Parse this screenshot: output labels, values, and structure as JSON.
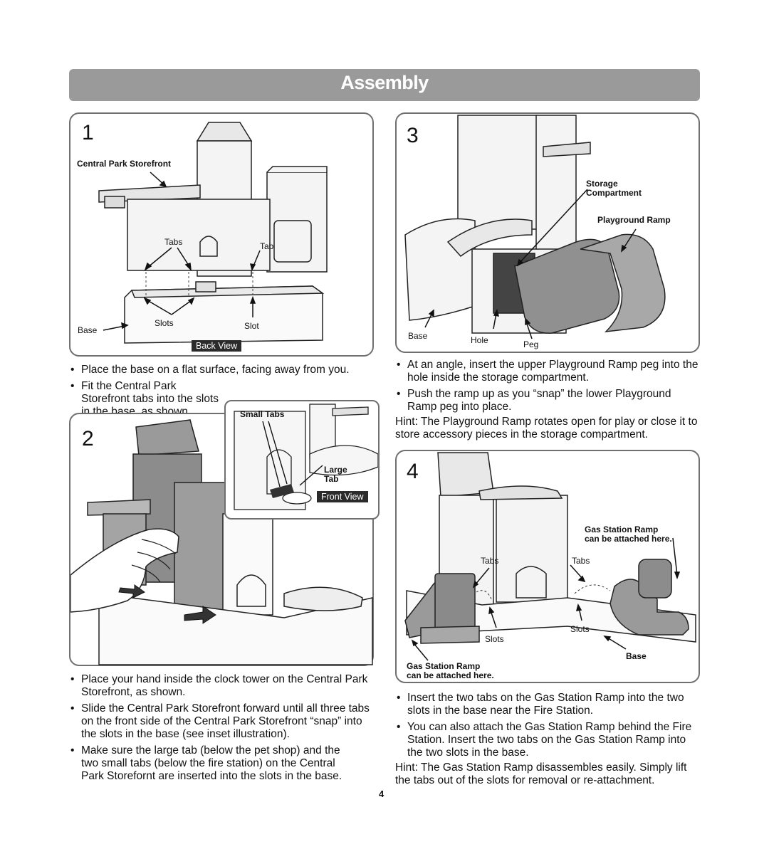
{
  "header": {
    "title": "Assembly"
  },
  "page_number": "4",
  "step1": {
    "number": "1",
    "labels": {
      "storefront": "Central Park Storefront",
      "tabs": "Tabs",
      "tab": "Tab",
      "base": "Base",
      "slots": "Slots",
      "slot": "Slot",
      "view": "Back View"
    },
    "bullets": [
      "Place the base on a flat surface, facing away from you.",
      "Fit the Central Park Storefront tabs into the slots in the base, as shown."
    ]
  },
  "step2": {
    "number": "2",
    "inset": {
      "small_tabs": "Small Tabs",
      "large_tab_1": "Large",
      "large_tab_2": "Tab",
      "view": "Front View"
    },
    "bullets": [
      "Place your hand inside the clock tower on the Central Park Storefront, as shown.",
      "Slide the Central Park Storefront forward until all three tabs on the front side of the Central Park Storefront “snap” into the slots in the base (see inset illustration).",
      "Make sure the large tab (below the pet shop) and the two small tabs (below the fire station) on the Central Park Storefornt are inserted into the slots in the base."
    ]
  },
  "step3": {
    "number": "3",
    "labels": {
      "storage_1": "Storage",
      "storage_2": "Compartment",
      "ramp": "Playground Ramp",
      "base": "Base",
      "hole": "Hole",
      "peg": "Peg"
    },
    "bullets": [
      "At an angle, insert the upper Playground Ramp peg into the hole inside the storage compartment.",
      "Push the ramp up as you “snap” the lower Playground Ramp peg into place."
    ],
    "hint": "Hint: The Playground Ramp rotates open for play or close it to store accessory pieces in the storage compartment."
  },
  "step4": {
    "number": "4",
    "labels": {
      "gas_top_1": "Gas Station Ramp",
      "gas_top_2": "can be attached here.",
      "tabs_left": "Tabs",
      "tabs_right": "Tabs",
      "slots_left": "Slots",
      "slots_right": "Slots",
      "base": "Base",
      "gas_bottom_1": "Gas Station Ramp",
      "gas_bottom_2": "can be attached here."
    },
    "bullets": [
      "Insert the two tabs on the Gas Station Ramp into the two slots in the base near the Fire Station.",
      "You can also attach the Gas Station Ramp behind the Fire Station. Insert the two tabs on the Gas Station Ramp into the two slots in the base."
    ],
    "hint": "Hint: The Gas Station Ramp disassembles easily. Simply lift the tabs out of the slots for removal or re-attachment."
  }
}
